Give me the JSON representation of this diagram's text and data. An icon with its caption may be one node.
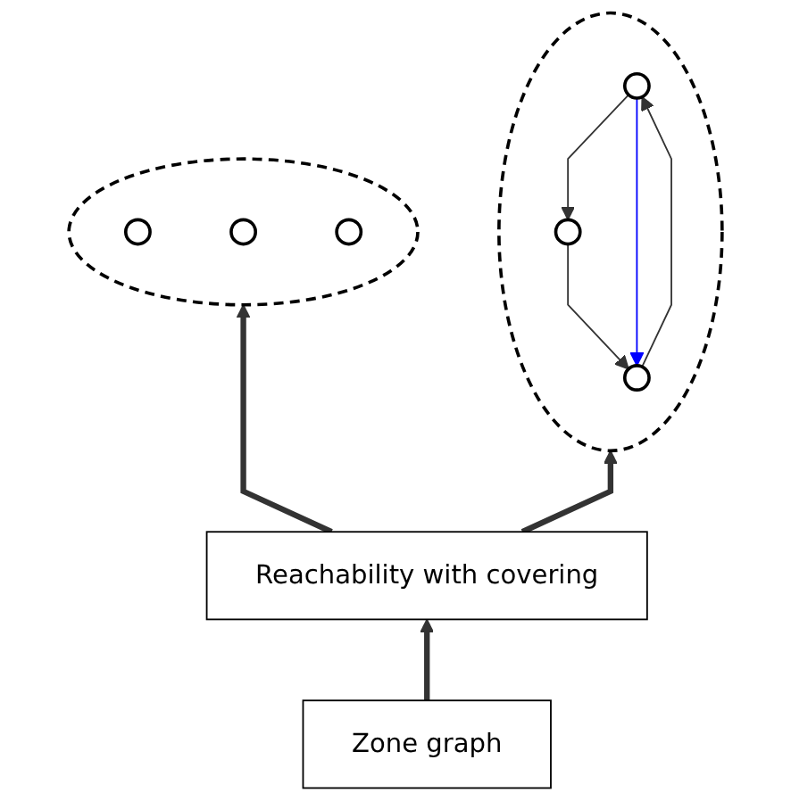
{
  "diagram": {
    "nodes": [
      {
        "text": [],
        "shape": "circle"
      },
      {
        "text": [],
        "shape": "circle",
        "in": 0
      },
      {
        "text": [],
        "shape": "circle",
        "in": 0
      },
      {
        "text": [],
        "shape": "circle",
        "in": 0
      },
      {
        "text": [],
        "shape": "circle"
      },
      {
        "text": [],
        "shape": "circle",
        "in": 4
      },
      {
        "text": [],
        "shape": "circle",
        "in": 4
      },
      {
        "text": [],
        "shape": "circle",
        "in": 4
      },
      {
        "text": [
          "Reachability with covering"
        ]
      },
      {
        "text": [
          "Zone graph"
        ]
      }
    ],
    "edges": [
      {
        "from": 9,
        "to": 8,
        "arrow": "to",
        "style": "thick"
      },
      {
        "from": 8,
        "to": 0,
        "arrow": "to",
        "style": "thick"
      },
      {
        "from": 8,
        "to": 4,
        "arrow": "to",
        "style": "thick"
      },
      {
        "from": 5,
        "to": 6,
        "arrow": "to"
      },
      {
        "from": 6,
        "to": 7,
        "arrow": "to"
      },
      {
        "from": 5,
        "to": 7,
        "arrow": "to",
        "color": "#0000ff"
      },
      {
        "from": 7,
        "to": 5,
        "arrow": "to"
      }
    ]
  }
}
